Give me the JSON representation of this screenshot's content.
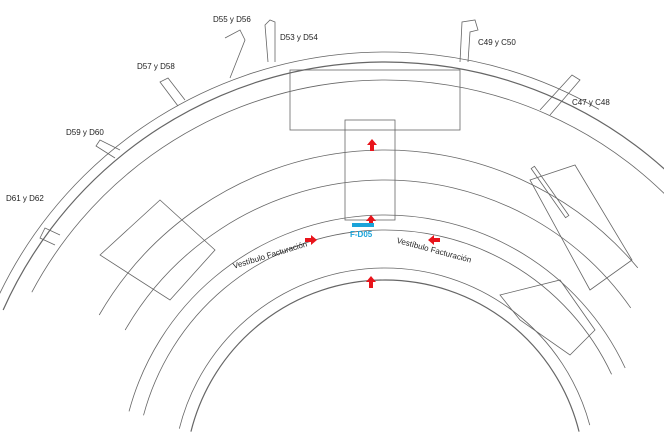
{
  "gates": [
    {
      "id": "d55-d56",
      "label": "D55 y D56"
    },
    {
      "id": "d53-d54",
      "label": "D53 y D54"
    },
    {
      "id": "c49-c50",
      "label": "C49 y C50"
    },
    {
      "id": "d57-d58",
      "label": "D57 y D58"
    },
    {
      "id": "c47-c48",
      "label": "C47 y C48"
    },
    {
      "id": "d59-d60",
      "label": "D59 y D60"
    },
    {
      "id": "d61-d62",
      "label": "D61 y D62"
    }
  ],
  "halls": [
    {
      "label": "Vestíbulo Facturación"
    },
    {
      "label": "Vestíbulo Facturación"
    }
  ],
  "marker": {
    "label": "F-D05",
    "color": "#1aa3d9"
  },
  "colors": {
    "arrow": "#e8141b",
    "lines": "#555555"
  }
}
